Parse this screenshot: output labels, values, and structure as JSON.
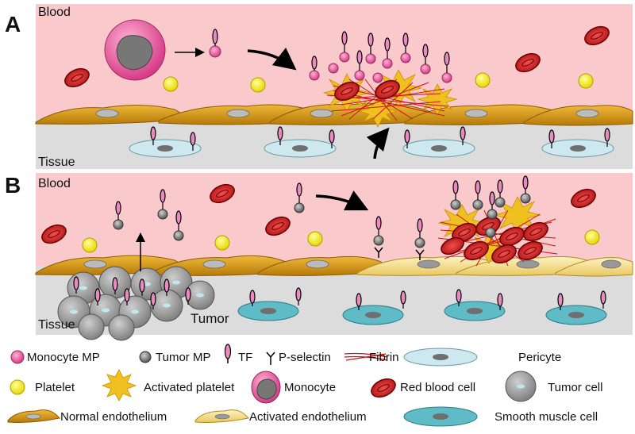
{
  "panels": [
    {
      "letter": "A",
      "top_region": "Blood",
      "bottom_region": "Tissue"
    },
    {
      "letter": "B",
      "top_region": "Blood",
      "bottom_region": "Tissue",
      "tumor_label": "Tumor"
    }
  ],
  "legend": [
    {
      "icon": "monocyte-mp-icon",
      "label": "Monocyte MP"
    },
    {
      "icon": "tumor-mp-icon",
      "label": "Tumor MP"
    },
    {
      "icon": "tissue-factor-icon",
      "label": "TF"
    },
    {
      "icon": "p-selectin-icon",
      "label": "P-selectin"
    },
    {
      "icon": "fibrin-icon",
      "label": "Fibrin"
    },
    {
      "icon": "pericyte-icon",
      "label": "Pericyte"
    },
    {
      "icon": "platelet-icon",
      "label": "Platelet"
    },
    {
      "icon": "activated-platelet-icon",
      "label": "Activated platelet"
    },
    {
      "icon": "monocyte-icon",
      "label": "Monocyte"
    },
    {
      "icon": "red-blood-cell-icon",
      "label": "Red blood cell"
    },
    {
      "icon": "tumor-cell-icon",
      "label": "Tumor cell"
    },
    {
      "icon": "normal-endothelium-icon",
      "label": "Normal endothelium"
    },
    {
      "icon": "activated-endothelium-icon",
      "label": "Activated endothelium"
    },
    {
      "icon": "smooth-muscle-cell-icon",
      "label": "Smooth muscle cell"
    }
  ],
  "colors": {
    "blood": "#f9c9cb",
    "tissue": "#dcdcdc",
    "normal_endothelium": "#d99a18",
    "activated_endothelium": "#f3dc90",
    "red_blood_cell": "#d32020",
    "platelet": "#f5e800",
    "monocyte_mp": "#e6559c",
    "tumor_mp": "#7f7f7f",
    "pericyte": "#cde8ee",
    "smooth_muscle": "#5fbcc6",
    "fibrin": "#cc1414",
    "tumor_cell": "#9a9a9a"
  }
}
